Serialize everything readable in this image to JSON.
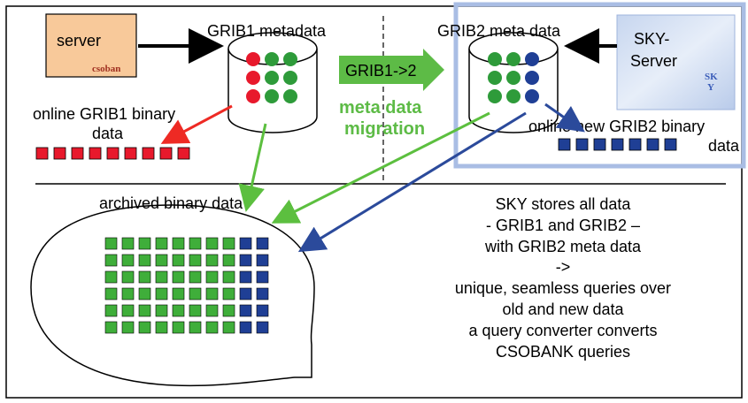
{
  "server": {
    "label": "server",
    "sublabel": "csoban",
    "fill": "#f8c99a"
  },
  "sky_server": {
    "line1": "SKY-",
    "line2": "Server",
    "logo_line1": "SK",
    "logo_line2": "Y"
  },
  "grib1_db": {
    "title": "GRIB1 metadata",
    "dot_rows": [
      [
        "red",
        "green",
        "green"
      ],
      [
        "red",
        "green",
        "green"
      ],
      [
        "red",
        "green",
        "green"
      ]
    ]
  },
  "grib2_db": {
    "title": "GRIB2 meta data",
    "dot_rows": [
      [
        "green",
        "green",
        "blue"
      ],
      [
        "green",
        "green",
        "blue"
      ],
      [
        "green",
        "green",
        "blue"
      ]
    ]
  },
  "conversion": {
    "label": "GRIB1->2",
    "migration_line1": "meta data",
    "migration_line2": "migration"
  },
  "online_grib1": {
    "line1": "online GRIB1 binary",
    "line2": "data",
    "squares": 9
  },
  "online_grib2": {
    "line1": "online new GRIB2 binary",
    "line2": "data",
    "squares": 7
  },
  "archive": {
    "label": "archived binary data",
    "rows": 6,
    "green_cols": 8,
    "blue_cols": 2
  },
  "description": [
    "SKY stores all data",
    "- GRIB1 and GRIB2 –",
    "with GRIB2 meta data",
    "->",
    "unique, seamless queries over",
    "old and new data",
    "a query converter converts",
    "CSOBANK queries"
  ],
  "colors": {
    "red": "#e8192c",
    "green": "#2e9b3a",
    "blue": "#1f3f95",
    "arrow_green": "#5cbf3f",
    "arrow_blue": "#2b4a9b",
    "arrow_red": "#ee2a24",
    "fat_arrow": "#5dbb46",
    "migration_text": "#5dbb46",
    "sky_frame": "#a9bde4",
    "archive_green": "#3fae3a",
    "archive_blue": "#1f3f95",
    "grib1_square": "#e8192c",
    "grib2_square": "#1f3f95"
  }
}
